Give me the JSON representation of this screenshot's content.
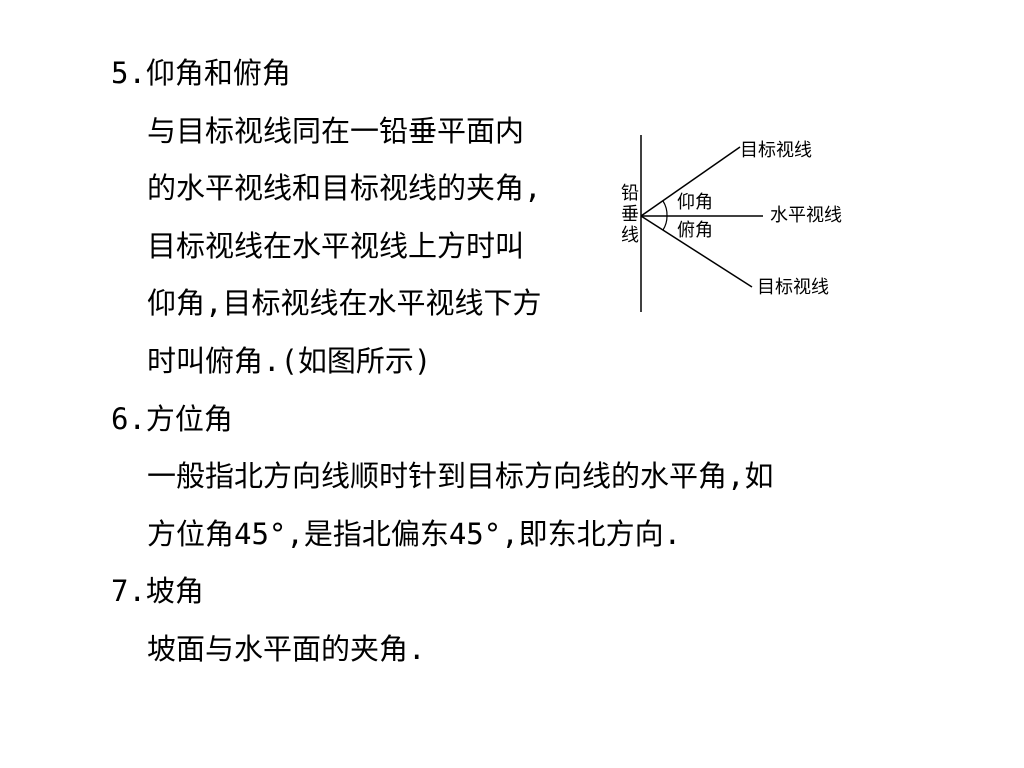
{
  "section5": {
    "heading": "5.仰角和俯角",
    "lines": [
      "与目标视线同在一铅垂平面内",
      "的水平视线和目标视线的夹角,",
      "目标视线在水平视线上方时叫",
      "仰角,目标视线在水平视线下方",
      "时叫俯角.(如图所示)"
    ]
  },
  "section6": {
    "heading": "6.方位角",
    "lines": [
      "一般指北方向线顺时针到目标方向线的水平角,如",
      "方位角45°,是指北偏东45°,即东北方向."
    ]
  },
  "section7": {
    "heading": "7.坡角",
    "lines": [
      "坡面与水平面的夹角."
    ]
  },
  "diagram": {
    "vertical_label": [
      "铅",
      "垂",
      "线"
    ],
    "elevation_label": "仰角",
    "depression_label": "俯角",
    "horizontal_sight": "水平视线",
    "target_sight_upper": "目标视线",
    "target_sight_lower": "目标视线",
    "line_color": "#000000"
  }
}
